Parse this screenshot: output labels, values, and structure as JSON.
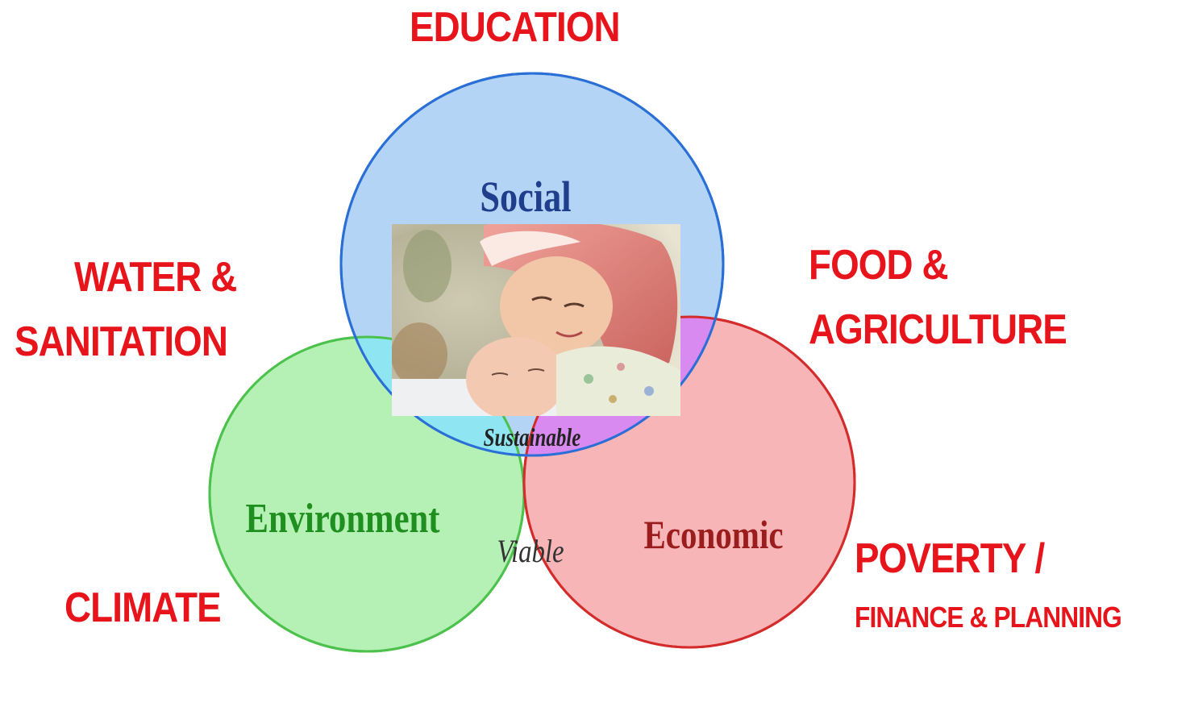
{
  "topics": {
    "education": "EDUCATION",
    "water_line1": "WATER &",
    "water_line2": "SANITATION",
    "food_line1": "FOOD &",
    "food_line2": "AGRICULTURE",
    "climate": "CLIMATE",
    "poverty_line1": "POVERTY /",
    "poverty_line2": "FINANCE & PLANNING"
  },
  "circles": {
    "social": {
      "label": "Social",
      "fill": "#b3d4f5",
      "stroke": "#2a6fd6",
      "text_color": "#1f3f8c"
    },
    "environment": {
      "label": "Environment",
      "fill": "#b5f0b5",
      "stroke": "#4cc24c",
      "text_color": "#1f8f1f"
    },
    "economic": {
      "label": "Economic",
      "fill": "#f7b5b8",
      "stroke": "#d42b2b",
      "text_color": "#9b1c1c"
    }
  },
  "intersections": {
    "sustainable": "Sustainable",
    "viable": "Viable",
    "social_environment_fill": "#8fe6f2",
    "social_economic_fill": "#d98af0",
    "environment_economic_fill": "#fbf29a"
  },
  "photo": {
    "subject": "mother-and-baby-photo",
    "headscarf_color": "#e3847c",
    "skin_color": "#f2c7a8"
  },
  "colors": {
    "topic_red": "#e8141b"
  }
}
